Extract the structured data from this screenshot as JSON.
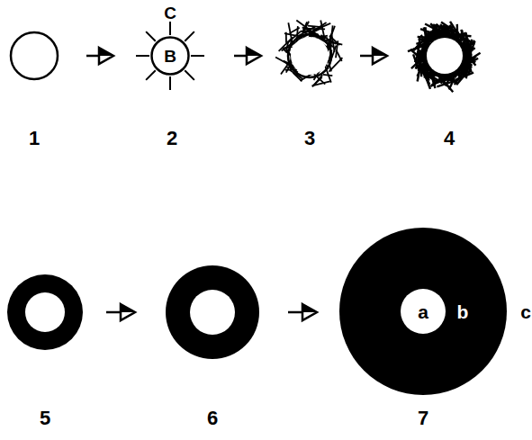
{
  "diagram": {
    "nodes": [
      {
        "text": [
          "B"
        ]
      },
      {
        "text": [
          "b",
          "c"
        ]
      },
      {
        "text": [
          "a"
        ],
        "in": 1
      }
    ],
    "labels": [
      "C",
      "1",
      "2",
      "3",
      "4",
      "5",
      "6",
      "7"
    ]
  }
}
